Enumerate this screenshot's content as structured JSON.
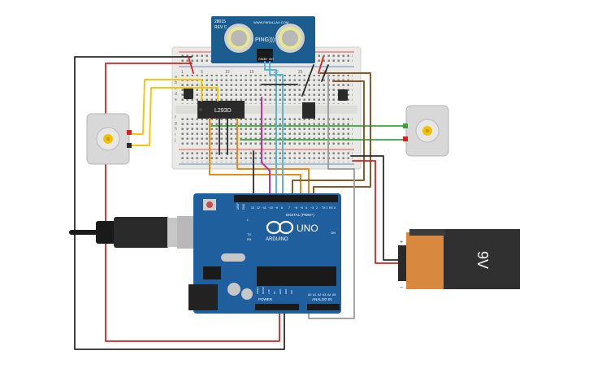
{
  "sensor": {
    "model": "PING)))",
    "top_label": "28015",
    "rev": "REV C",
    "url": "WWW.PARALLAX.COM",
    "pins": [
      "GND",
      "5V",
      "SIG"
    ]
  },
  "breadboard": {
    "ic_driver_label": "L293D",
    "row_numbers": [
      "1",
      "5",
      "10",
      "15",
      "20",
      "25",
      "30"
    ],
    "row_letters_top": [
      "a",
      "b",
      "c",
      "d",
      "e"
    ],
    "row_letters_bottom": [
      "f",
      "g",
      "h",
      "i",
      "j"
    ]
  },
  "arduino": {
    "brand": "ARDUINO",
    "model": "UNO",
    "digital_label": "DIGITAL (PWM~)",
    "analog_label": "ANALOG IN",
    "power_label": "POWER",
    "on_label": "ON",
    "tx_label": "TX",
    "rx_label": "RX",
    "l_label": "L",
    "aref_label": "AREF",
    "gnd_label": "GND",
    "digital_pins": [
      "13",
      "12",
      "~11",
      "~10",
      "~9",
      "8",
      "7",
      "~6",
      "~5",
      "4",
      "~3",
      "2",
      "TX 1",
      "RX 0"
    ],
    "analog_pins": [
      "A0",
      "A1",
      "A2",
      "A3",
      "A4",
      "A5"
    ],
    "power_pins": [
      "IOREF",
      "RESET",
      "3.3V",
      "5V",
      "GND",
      "GND",
      "VIN"
    ]
  },
  "battery": {
    "label": "9V",
    "plus": "+",
    "minus": "−"
  },
  "colors": {
    "wire_red": "#d9201f",
    "wire_black": "#2b2b2b",
    "wire_yellow": "#f2c80f",
    "wire_orange": "#e8891a",
    "wire_blue": "#5ab4d6",
    "wire_magenta": "#c4319a",
    "wire_green": "#3aa23a",
    "wire_brown": "#8b5a2b",
    "wire_gray": "#9a9a9a",
    "arduino_blue": "#1f5f9e",
    "sensor_blue": "#1b5d8f",
    "battery_orange": "#d9893f"
  },
  "icons": {
    "motor_left": "dc-motor-icon",
    "motor_right": "dc-motor-icon",
    "usb": "usb-plug-icon",
    "arduino_logo": "infinity-logo-icon"
  }
}
